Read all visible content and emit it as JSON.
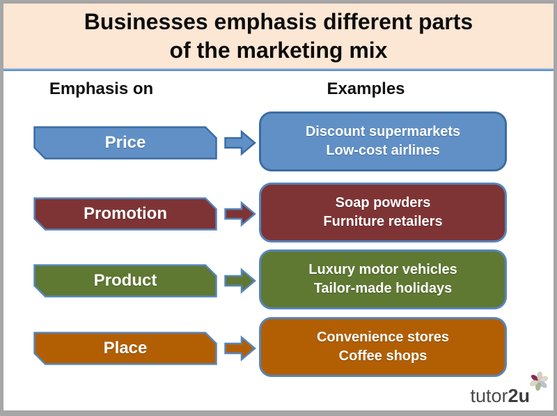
{
  "title": {
    "line1": "Businesses emphasis different parts",
    "line2": "of the marketing mix"
  },
  "columns": {
    "left_header": "Emphasis on",
    "right_header": "Examples"
  },
  "rows": [
    {
      "label": "Price",
      "example_line1": "Discount supermarkets",
      "example_line2": "Low-cost airlines",
      "fill": "#6090c6",
      "border": "#3c6ca3"
    },
    {
      "label": "Promotion",
      "example_line1": "Soap powders",
      "example_line2": "Furniture retailers",
      "fill": "#7e3435",
      "border": "#5585bd"
    },
    {
      "label": "Product",
      "example_line1": "Luxury motor vehicles",
      "example_line2": "Tailor-made holidays",
      "fill": "#5f7832",
      "border": "#5585bd"
    },
    {
      "label": "Place",
      "example_line1": "Convenience stores",
      "example_line2": "Coffee shops",
      "fill": "#b25f04",
      "border": "#5585bd"
    }
  ],
  "logo": {
    "text_regular": "tutor",
    "text_bold": "2u"
  },
  "theme": {
    "title_bg": "#fce6d4",
    "divider_blue": "#6b98cf",
    "frame_gray": "#a6a6a6",
    "body_bg": "#ffffff",
    "text_black": "#111111",
    "text_white": "#ffffff",
    "logo_gray": "#4b4b4b",
    "flower_maroon": "#8c2a52"
  }
}
